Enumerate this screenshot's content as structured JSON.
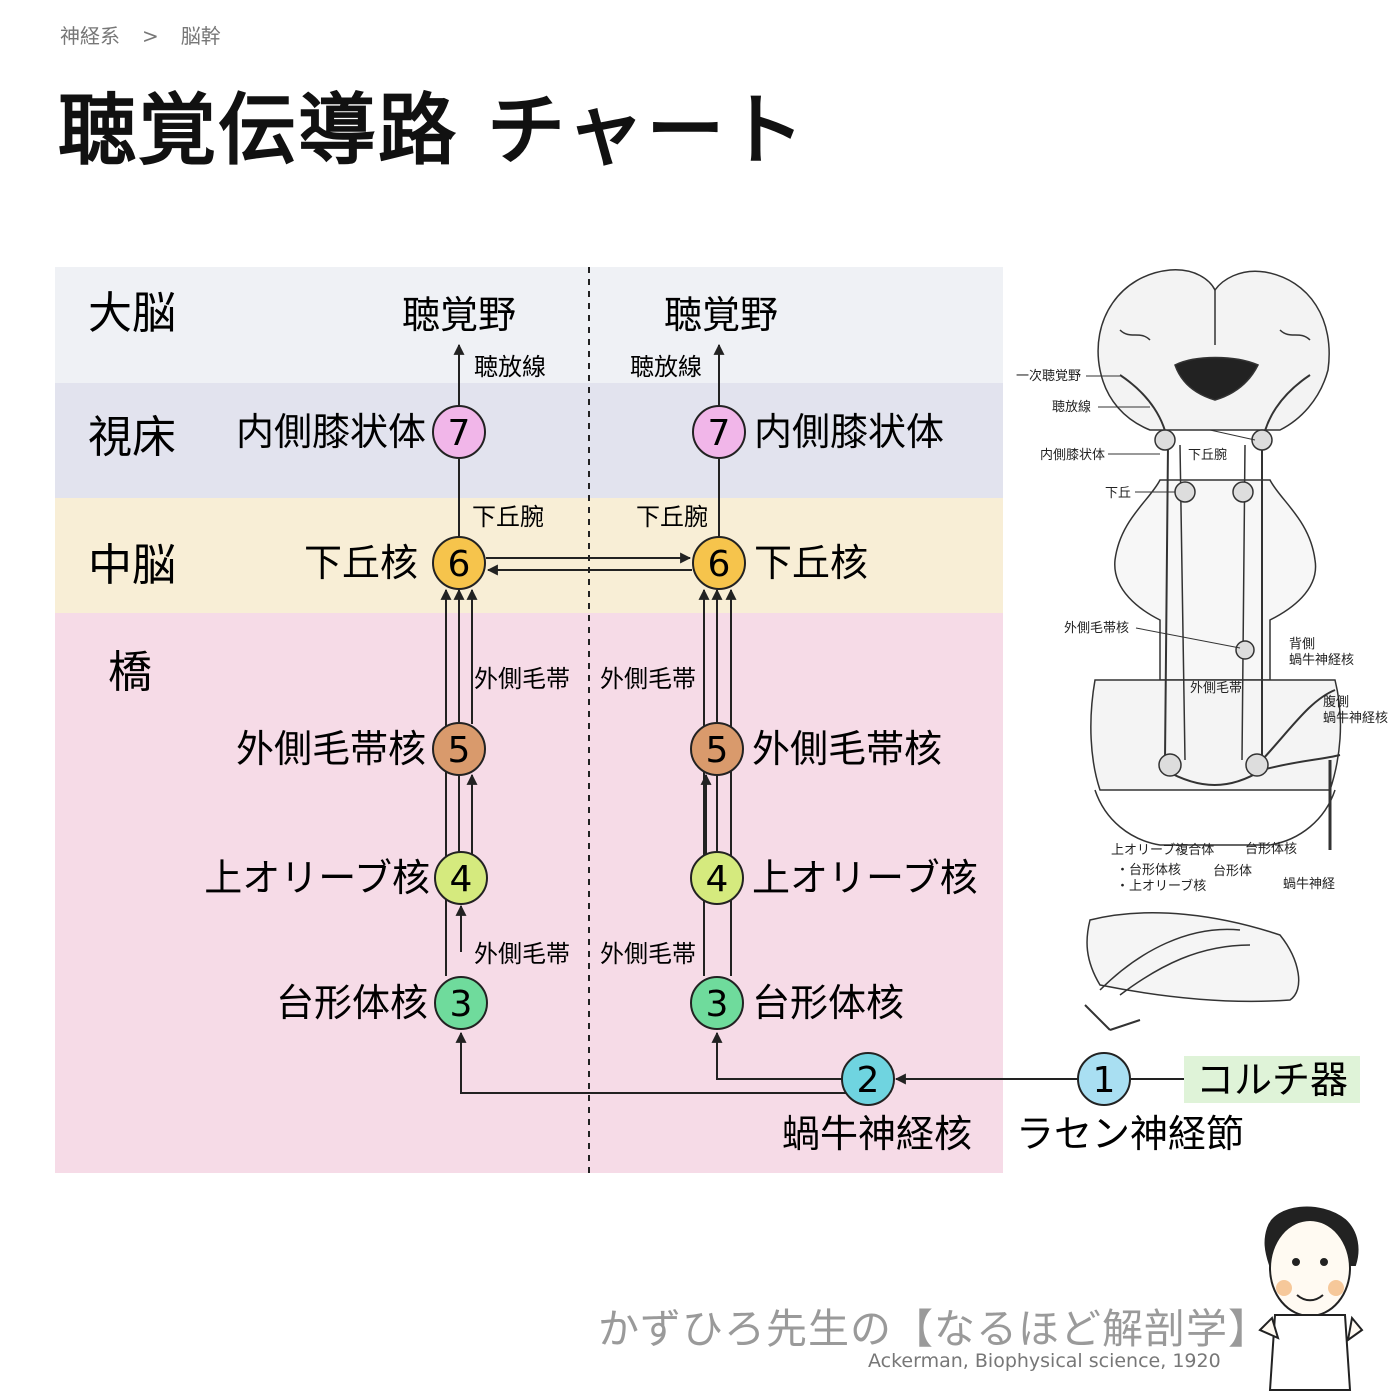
{
  "breadcrumb": {
    "parent": "神経系",
    "separator": ">",
    "current": "脳幹"
  },
  "title": "聴覚伝導路 チャート",
  "bands": [
    {
      "key": "cerebrum",
      "label": "大脳",
      "color": "#eff1f5"
    },
    {
      "key": "thalamus",
      "label": "視床",
      "color": "#e2e3ee"
    },
    {
      "key": "midbrain",
      "label": "中脳",
      "color": "#f8eed6"
    },
    {
      "key": "pons",
      "label": "橋",
      "color": "#f6dbe7"
    }
  ],
  "nodes": [
    {
      "id": "1",
      "num": "1",
      "label": "ラセン神経節",
      "color": "#a9dff2"
    },
    {
      "id": "2",
      "num": "2",
      "label": "蝸牛神経核",
      "color": "#6fd4e0"
    },
    {
      "id": "3L",
      "num": "3",
      "label": "台形体核",
      "color": "#6fdb9c"
    },
    {
      "id": "3R",
      "num": "3",
      "label": "台形体核",
      "color": "#6fdb9c"
    },
    {
      "id": "4L",
      "num": "4",
      "label": "上オリーブ核",
      "color": "#d5ea7e"
    },
    {
      "id": "4R",
      "num": "4",
      "label": "上オリーブ核",
      "color": "#d5ea7e"
    },
    {
      "id": "5L",
      "num": "5",
      "label": "外側毛帯核",
      "color": "#d99a6c"
    },
    {
      "id": "5R",
      "num": "5",
      "label": "外側毛帯核",
      "color": "#d99a6c"
    },
    {
      "id": "6L",
      "num": "6",
      "label": "下丘核",
      "color": "#f6c44c"
    },
    {
      "id": "6R",
      "num": "6",
      "label": "下丘核",
      "color": "#f6c44c"
    },
    {
      "id": "7L",
      "num": "7",
      "label": "内側膝状体",
      "color": "#f1b6e9"
    },
    {
      "id": "7R",
      "num": "7",
      "label": "内側膝状体",
      "color": "#f1b6e9"
    }
  ],
  "cortex": {
    "left": "聴覚野",
    "right": "聴覚野"
  },
  "pathway_labels": {
    "radiation": "聴放線",
    "brachium": "下丘腕",
    "lateral_lemniscus": "外側毛帯"
  },
  "organ": {
    "label": "コルチ器",
    "color": "#dff3d8"
  },
  "illustration": {
    "labels": {
      "primary_auditory_cortex": "一次聴覚野",
      "auditory_radiation": "聴放線",
      "mgb": "内側膝状体",
      "brachium_ic": "下丘腕",
      "inferior_colliculus": "下丘",
      "lateral_lemniscus_nucleus": "外側毛帯核",
      "dorsal_cochlear": "背側\n蝸牛神経核",
      "lateral_lemniscus": "外側毛帯",
      "ventral_cochlear": "腹側\n蝸牛神経核",
      "superior_olivary_complex": "上オリーブ複合体",
      "trapezoid_nucleus_item": "・台形体核",
      "superior_olive_item": "・上オリーブ核",
      "trapezoid_nucleus": "台形体核",
      "trapezoid_body": "台形体",
      "cochlear_nerve": "蝸牛神経"
    }
  },
  "footer": {
    "brand": "かずひろ先生の【なるほど解剖学】",
    "credit": "Ackerman, Biophysical science, 1920"
  }
}
